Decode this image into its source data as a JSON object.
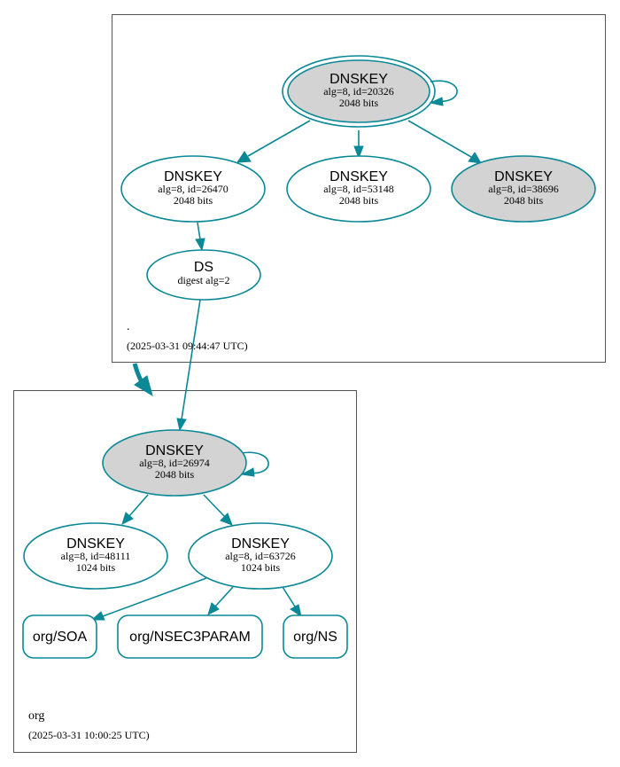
{
  "colors": {
    "edge": "#0a8896",
    "node_stroke": "#0a8896",
    "node_fill_grey": "#d3d3d3",
    "node_fill_white": "#ffffff",
    "zone_border": "#555555"
  },
  "zones": {
    "root": {
      "name": ".",
      "timestamp": "(2025-03-31 09:44:47 UTC)"
    },
    "org": {
      "name": "org",
      "timestamp": "(2025-03-31 10:00:25 UTC)"
    }
  },
  "nodes": {
    "root_ksk": {
      "title": "DNSKEY",
      "line1": "alg=8, id=20326",
      "line2": "2048 bits"
    },
    "root_zsk1": {
      "title": "DNSKEY",
      "line1": "alg=8, id=26470",
      "line2": "2048 bits"
    },
    "root_zsk2": {
      "title": "DNSKEY",
      "line1": "alg=8, id=53148",
      "line2": "2048 bits"
    },
    "root_ksk2": {
      "title": "DNSKEY",
      "line1": "alg=8, id=38696",
      "line2": "2048 bits"
    },
    "root_ds": {
      "title": "DS",
      "line1": "digest alg=2"
    },
    "org_ksk": {
      "title": "DNSKEY",
      "line1": "alg=8, id=26974",
      "line2": "2048 bits"
    },
    "org_zsk1": {
      "title": "DNSKEY",
      "line1": "alg=8, id=48111",
      "line2": "1024 bits"
    },
    "org_zsk2": {
      "title": "DNSKEY",
      "line1": "alg=8, id=63726",
      "line2": "1024 bits"
    },
    "org_soa": {
      "label": "org/SOA"
    },
    "org_nsec3param": {
      "label": "org/NSEC3PARAM"
    },
    "org_ns": {
      "label": "org/NS"
    }
  }
}
